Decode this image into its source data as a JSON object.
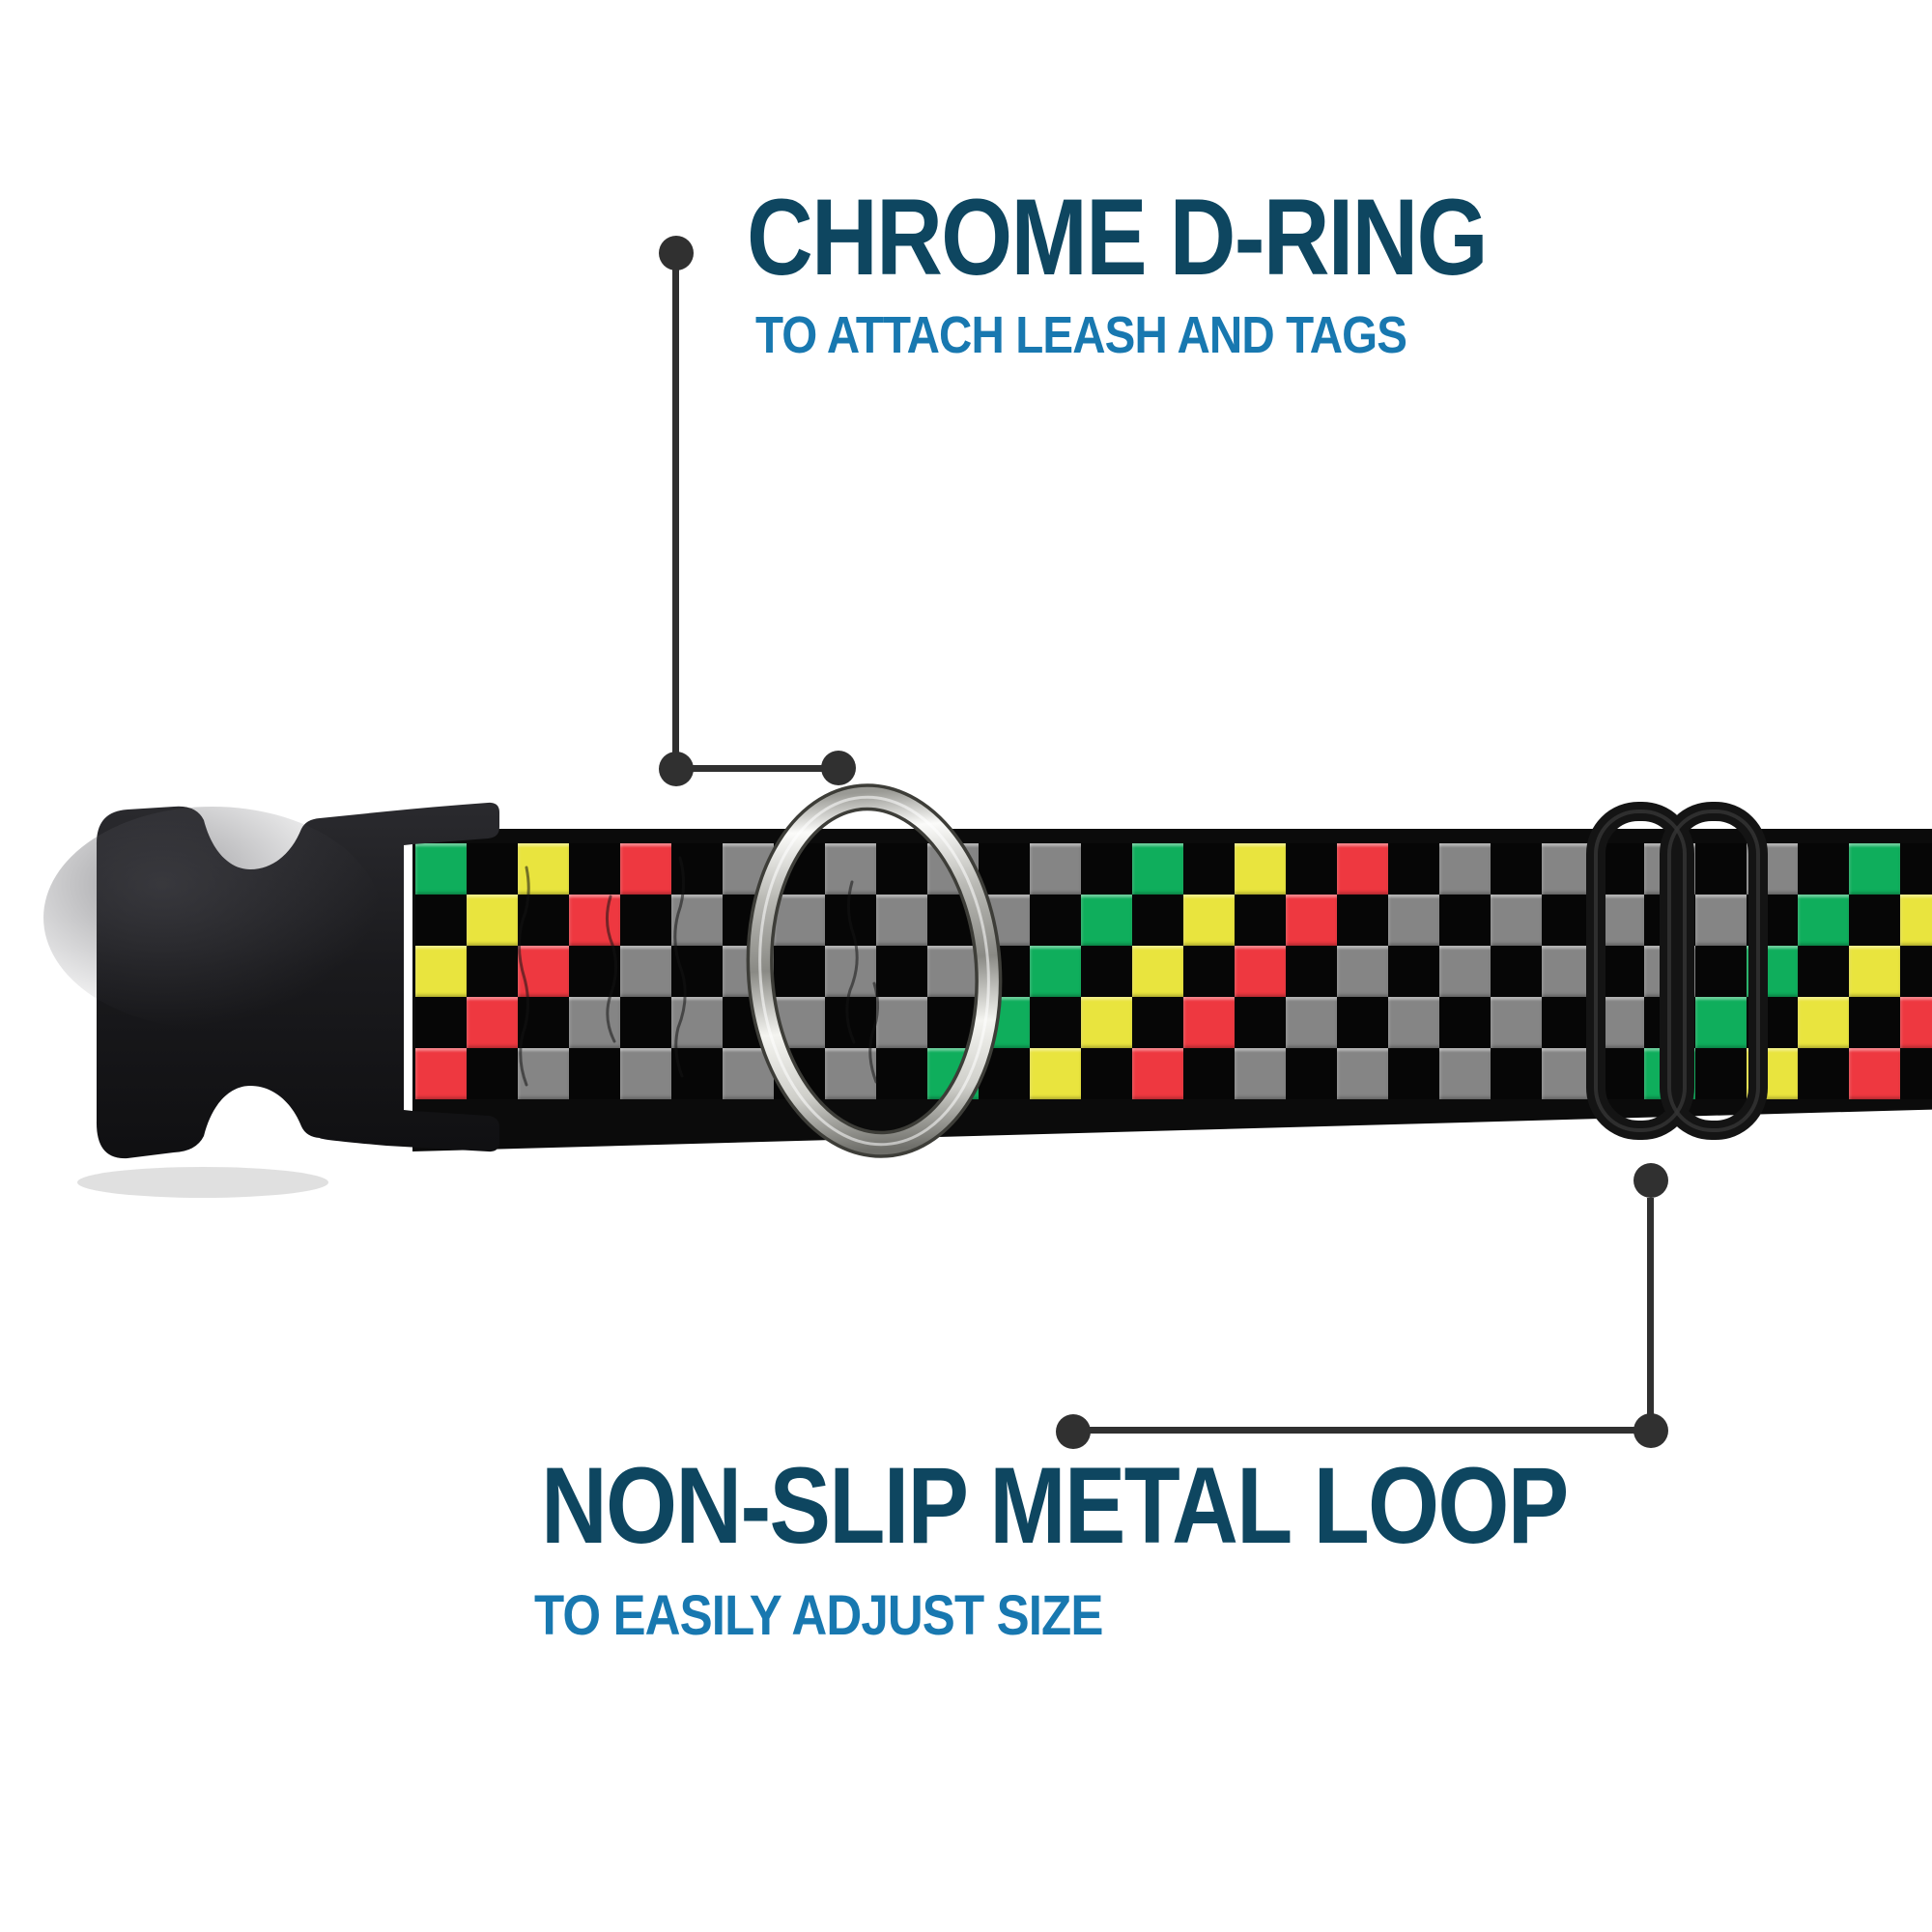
{
  "product": "dog-collar-feature-infographic",
  "dring_callout": {
    "title": "CHROME D-RING",
    "subtitle": "TO ATTACH LEASH AND TAGS"
  },
  "loop_callout": {
    "title": "NON-SLIP METAL LOOP",
    "subtitle": "TO EASILY ADJUST SIZE"
  },
  "parts": {
    "buckle": "black-plastic-side-release-buckle",
    "dring": "chrome-d-ring",
    "slider": "black-metal-adjustment-loop",
    "strap": "checkered-webbing-strap"
  },
  "colors": {
    "page_bg": "#ffffff",
    "title": "#0e4660",
    "subtitle": "#1878b0",
    "callout": "#303030",
    "strap_edge": "#0b0b0b",
    "check_black": "#060606",
    "check_gray": "#858585",
    "check_green": "#0fae5c",
    "check_yellow": "#e9e43e",
    "check_red": "#ee3840",
    "buckle_dark": "#17171a",
    "chrome_light": "#fbfbf9",
    "chrome_dark": "#6f6f6a"
  },
  "pattern": {
    "rows": 5,
    "cols": 30,
    "square": 53,
    "cycle_period_half": 7,
    "green_slot": 0,
    "yellow_slot": 1,
    "red_slot": 2
  }
}
